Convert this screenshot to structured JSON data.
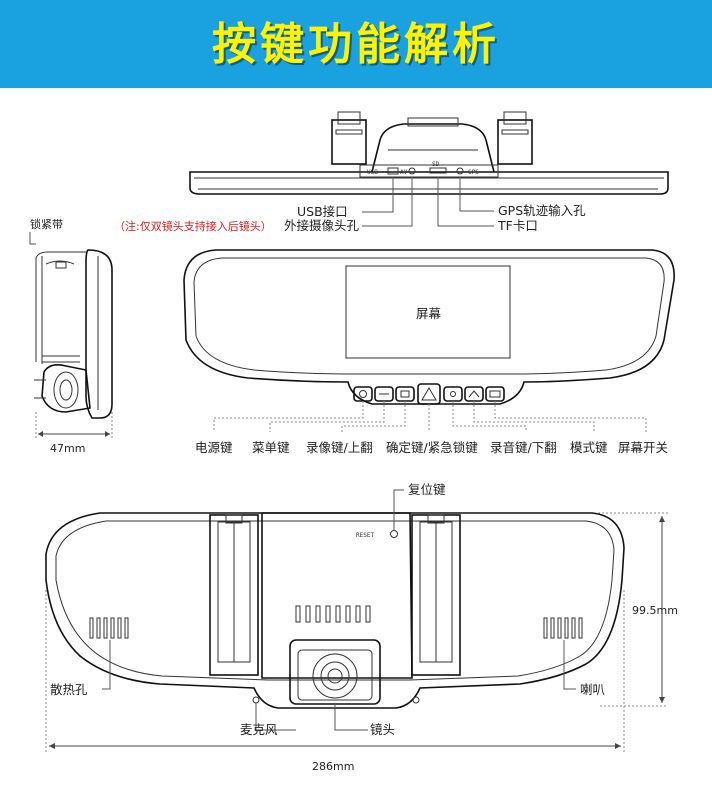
{
  "title": "按键功能解析",
  "top_view": {
    "usb_port": "USB接口",
    "ext_camera_port": "外接摄像头孔",
    "gps_port": "GPS轨迹输入孔",
    "tf_slot": "TF卡口",
    "note": "（注:仅双镜头支持接入后镜头）",
    "port_marks": [
      "USB",
      "AV",
      "SD",
      "GPS"
    ]
  },
  "side_view": {
    "strap": "锁紧带",
    "width": "47mm"
  },
  "front_view": {
    "screen": "屏幕",
    "buttons": [
      "电源键",
      "菜单键",
      "录像键/上翻",
      "确定键/紧急锁键",
      "录音键/下翻",
      "模式键",
      "屏幕开关"
    ],
    "button_icons": [
      "power-icon",
      "menu-icon",
      "record-icon",
      "ok-icon",
      "audio-icon",
      "mode-icon",
      "screen-icon"
    ]
  },
  "back_view": {
    "reset": "复位键",
    "reset_mark": "RESET",
    "vents": "散热孔",
    "speaker": "喇叭",
    "microphone": "麦克风",
    "lens": "镜头",
    "height": "99.5mm",
    "width": "286mm"
  },
  "colors": {
    "banner": "#1aa1e0",
    "title": "#fff200",
    "note": "#e01a1a"
  }
}
